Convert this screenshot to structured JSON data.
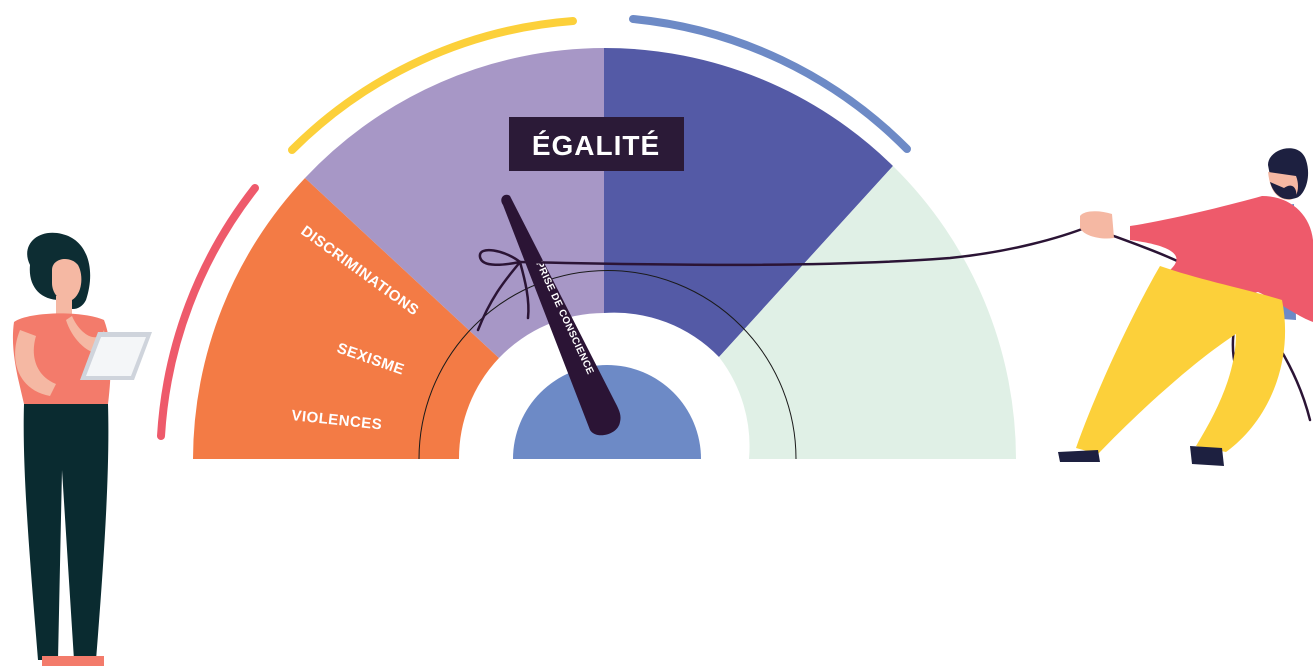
{
  "gauge": {
    "title": "ÉGALITÉ",
    "needle_label": "PRISE DE CONSCIENCE",
    "labels": [
      "DISCRIMINATIONS",
      "SEXISME",
      "VIOLENCES"
    ]
  },
  "colors": {
    "orange_segment": "#f37b45",
    "lavender_segment": "#a797c6",
    "indigo_segment": "#545aa6",
    "mint_segment": "#e0f0e6",
    "hub": "#6d8ac6",
    "needle": "#2b1435",
    "title_bg": "#2b1a37",
    "arc_red": "#ee5a6b",
    "arc_yellow": "#fcd03a",
    "arc_blue": "#6d8ac6"
  },
  "figures": {
    "woman": "woman-with-tablet",
    "man": "man-pulling-rope"
  }
}
